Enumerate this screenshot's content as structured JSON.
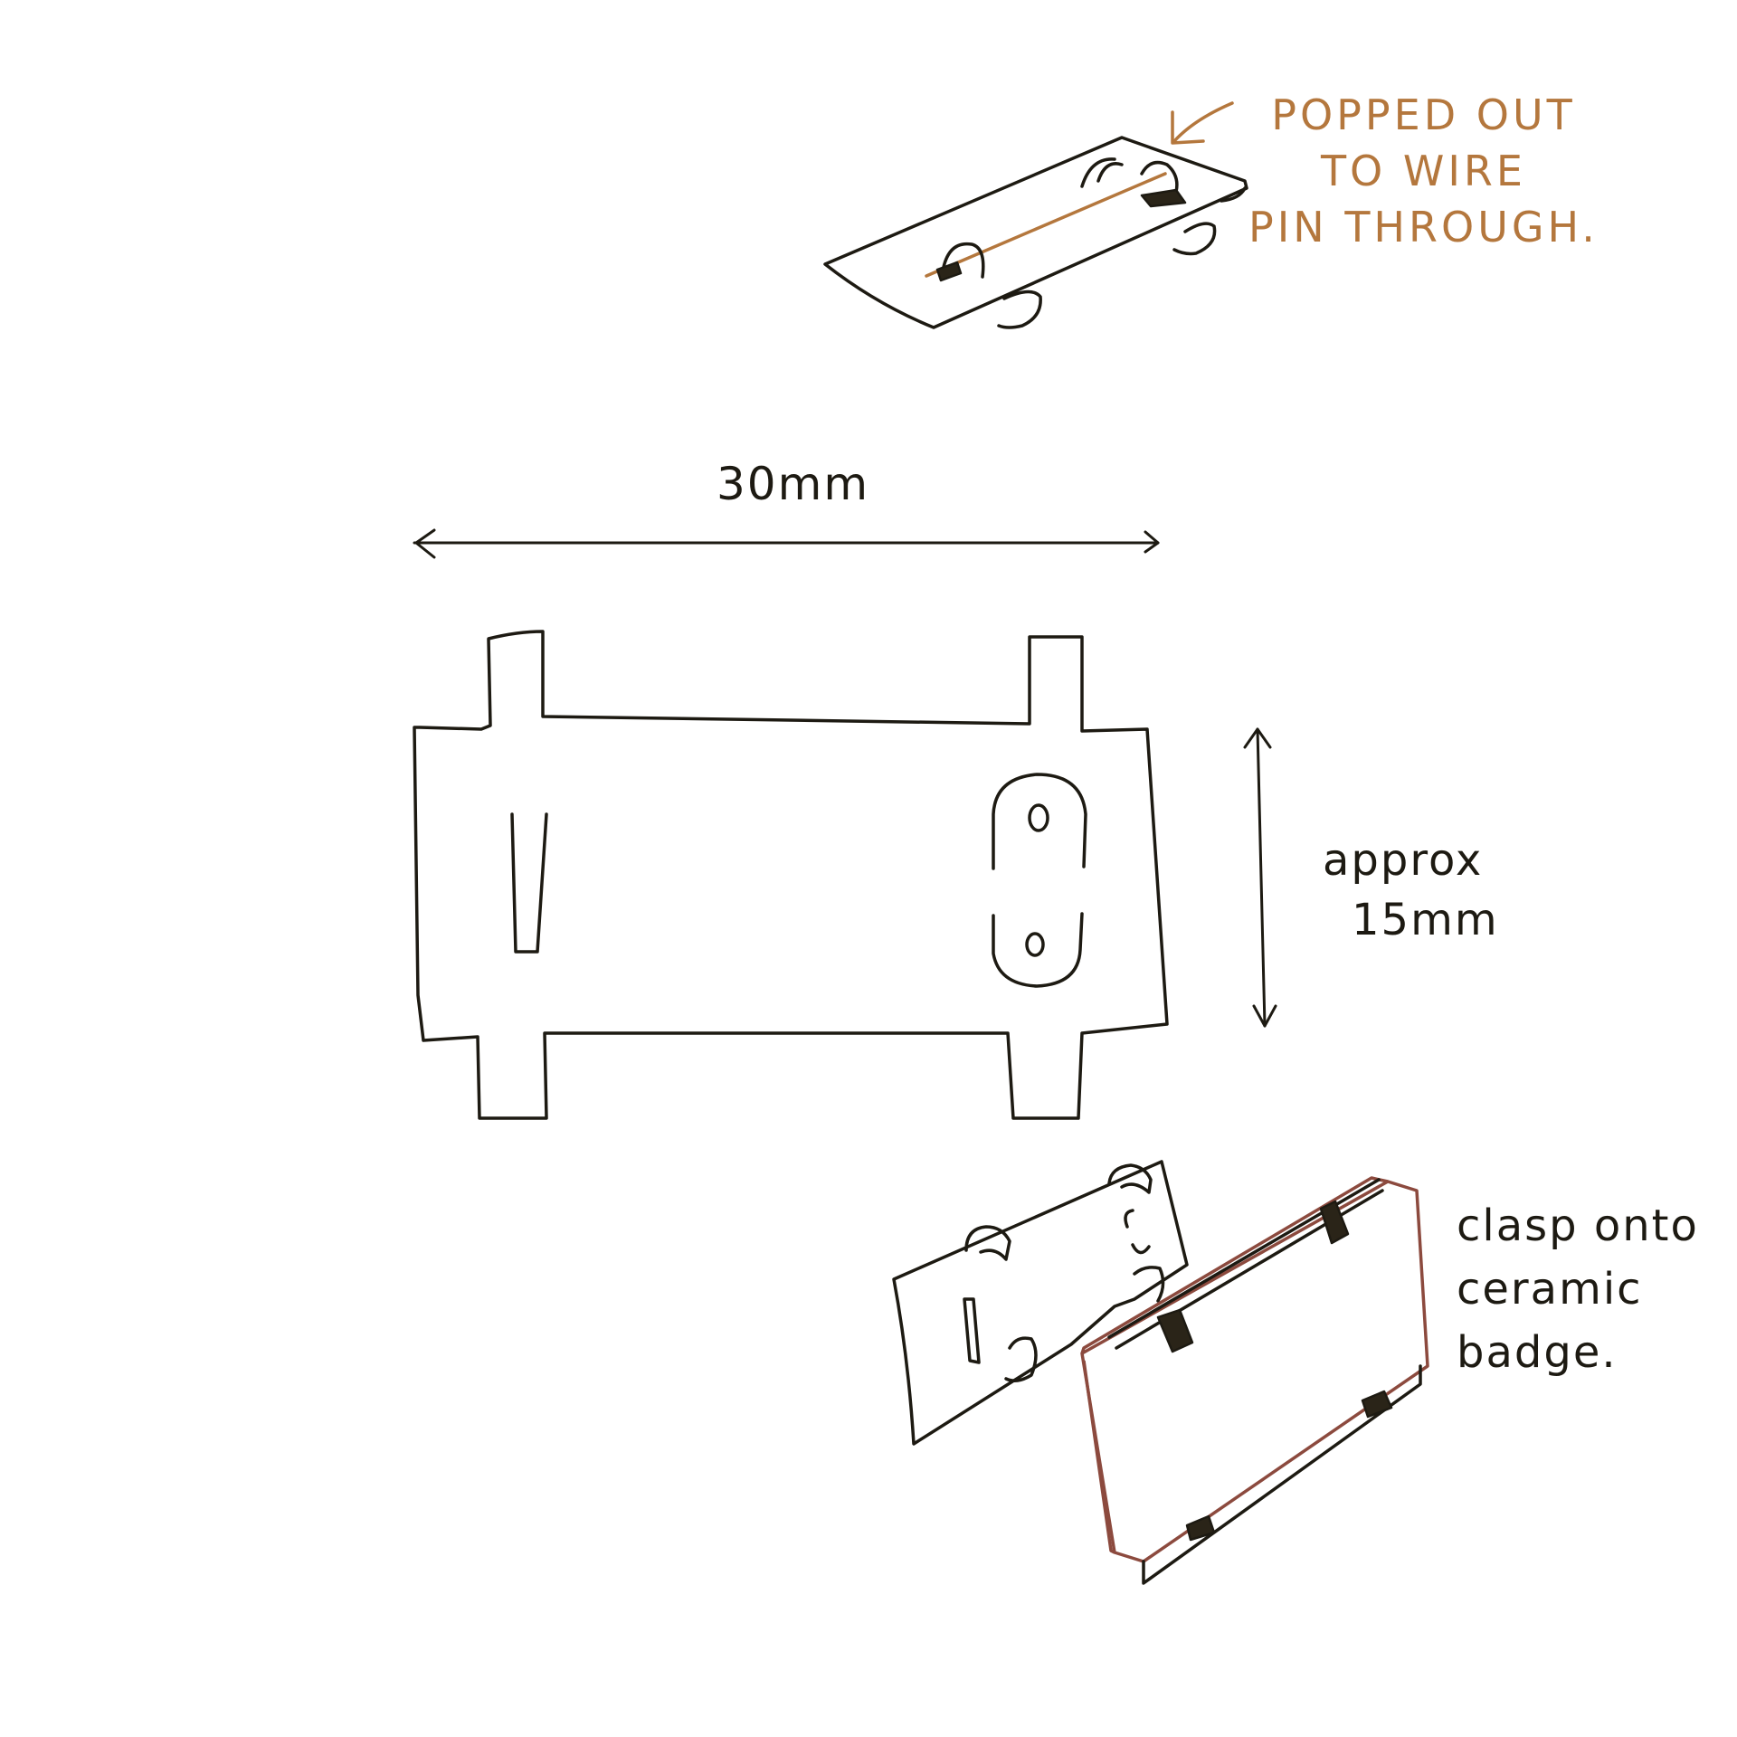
{
  "annotations": {
    "popped_out": [
      "POPPED OUT",
      "TO WIRE",
      "PIN THROUGH."
    ],
    "width": "30mm",
    "height_line1": "approx",
    "height_line2": "15mm",
    "clasp": [
      "clasp onto",
      "ceramic",
      "badge."
    ]
  },
  "colors": {
    "ink": "#1d1a12",
    "wire": "#b4773d",
    "badge_outline": "#8c4a3e"
  }
}
